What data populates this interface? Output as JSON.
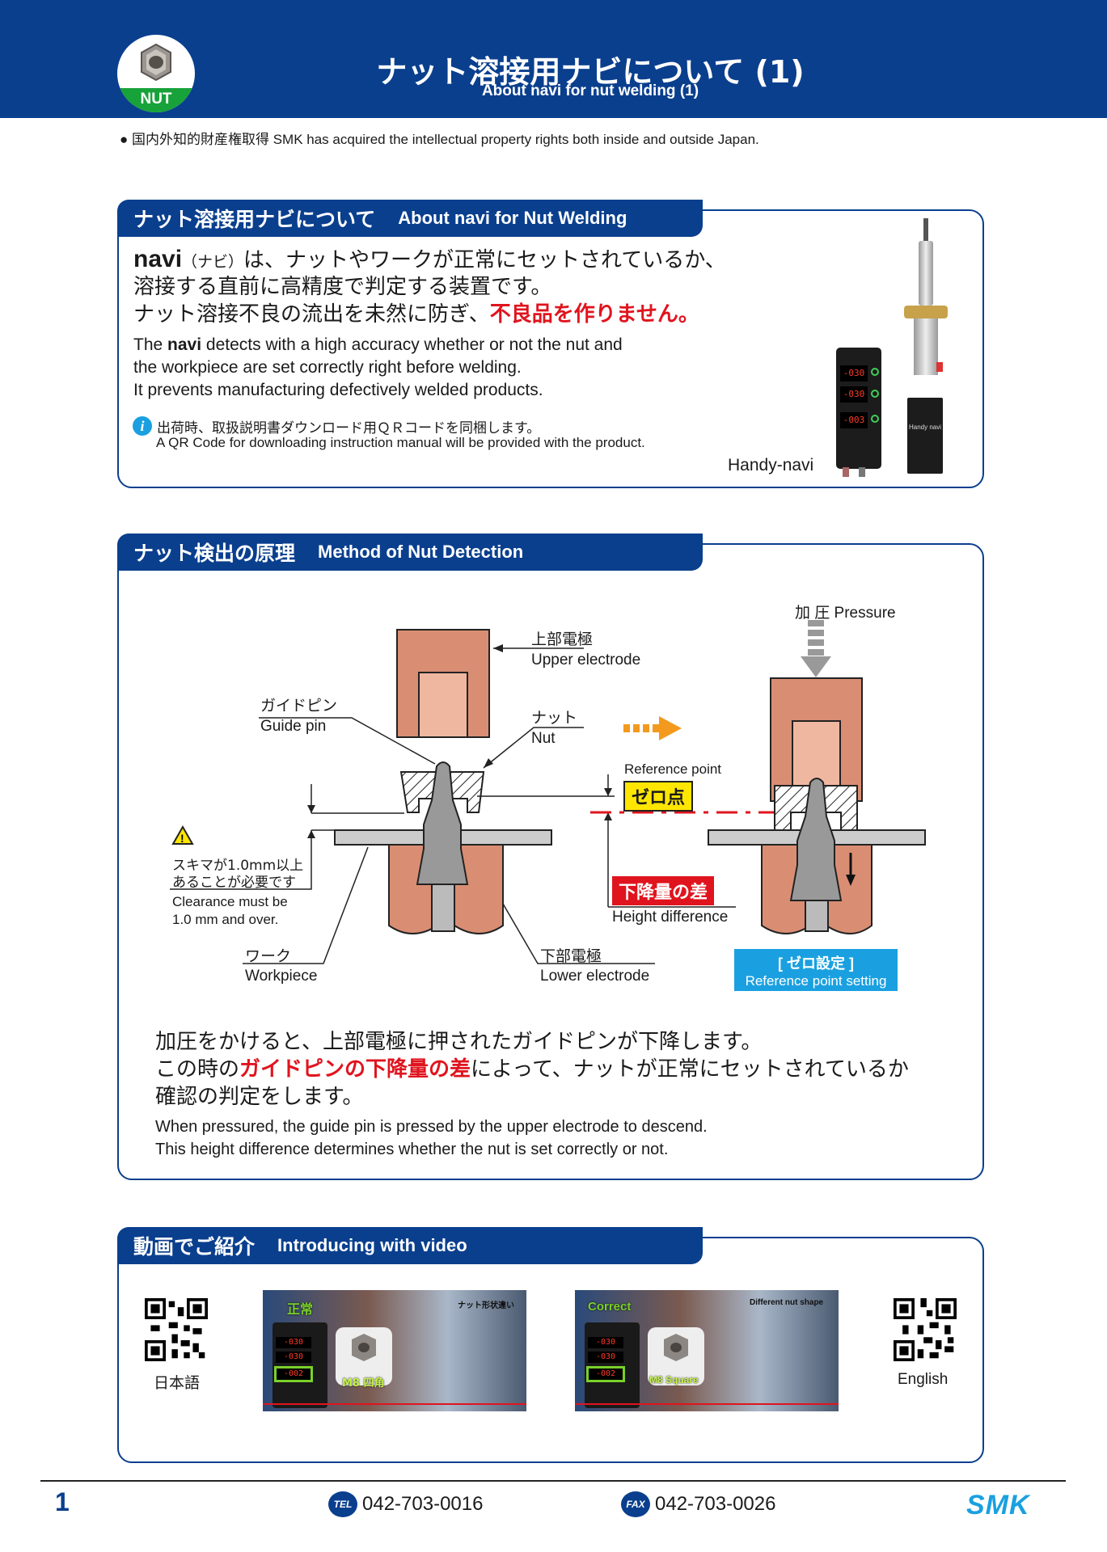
{
  "header": {
    "logo_label": "NUT",
    "title_jp": "ナット溶接用ナビについて (1)",
    "title_en": "About navi for nut welding (1)"
  },
  "ip_note": "● 国内外知的財産権取得 SMK has acquired the intellectual property rights both inside and outside Japan.",
  "section1": {
    "tab_jp": "ナット溶接用ナビについて",
    "tab_en": "About navi for Nut Welding",
    "jp_line1_bold": "navi",
    "jp_line1_small": "（ナビ）",
    "jp_line1_rest": "は、ナットやワークが正常にセットされているか、",
    "jp_line2": "溶接する直前に高精度で判定する装置です。",
    "jp_line3_a": "ナット溶接不良の流出を未然に防ぎ、",
    "jp_line3_red": "不良品を作りません。",
    "en_line1_a": "The ",
    "en_line1_bold": "navi",
    "en_line1_b": " detects with a high accuracy whether or not the nut and",
    "en_line2": "the workpiece are set correctly right before welding.",
    "en_line3": "It prevents manufacturing defectively welded products.",
    "info_jp": "出荷時、取扱説明書ダウンロード用ＱＲコードを同梱します。",
    "info_en": "A QR Code for downloading instruction manual will be provided with the product.",
    "product_label": "Handy-navi",
    "device_screen": [
      "-030",
      "-030",
      "-003"
    ],
    "torch_label": "Handy navi"
  },
  "section2": {
    "tab_jp": "ナット検出の原理",
    "tab_en": "Method of Nut Detection",
    "labels": {
      "pressure": "加 圧 Pressure",
      "upper_jp": "上部電極",
      "upper_en": "Upper electrode",
      "guide_jp": "ガイドピン",
      "guide_en": "Guide pin",
      "nut_jp": "ナット",
      "nut_en": "Nut",
      "ref_point": "Reference point",
      "zero_point": "ゼロ点",
      "warn_jp1": "スキマが1.0mm以上",
      "warn_jp2": "あることが必要です",
      "clearance_en1": "Clearance must be",
      "clearance_en2": "1.0 mm and over.",
      "height_diff_jp": "下降量の差",
      "height_diff_en": "Height difference",
      "work_jp": "ワーク",
      "work_en": "Workpiece",
      "lower_jp": "下部電極",
      "lower_en": "Lower electrode",
      "zero_set_jp": "[ ゼロ設定 ]",
      "zero_set_en": "Reference point setting"
    },
    "jp_line1": "加圧をかけると、上部電極に押されたガイドピンが下降します。",
    "jp_line2_a": "この時の",
    "jp_line2_red": "ガイドピンの下降量の差",
    "jp_line2_b": "によって、ナットが正常にセットされているか",
    "jp_line3": "確認の判定をします。",
    "en_line1": "When pressured, the guide pin is pressed by the upper electrode to descend.",
    "en_line2": "This height difference determines whether the nut is set correctly or not."
  },
  "section3": {
    "tab_jp": "動画でご紹介",
    "tab_en": "Introducing with video",
    "qr_left_label": "日本語",
    "qr_right_label": "English",
    "video_jp": {
      "status": "正常",
      "top_caption": "ナット形状違い",
      "tag": "M8 四角",
      "screen": [
        "-030",
        "-030",
        "-002"
      ]
    },
    "video_en": {
      "status": "Correct",
      "top_caption": "Different nut shape",
      "tag": "M8 Square",
      "screen": [
        "-030",
        "-030",
        "-002"
      ]
    }
  },
  "footer": {
    "page_number": "1",
    "tel_icon": "TEL",
    "tel": "042-703-0016",
    "fax_icon": "FAX",
    "fax": "042-703-0026",
    "brand": "SMK"
  },
  "colors": {
    "brand_blue": "#0a3f8e",
    "accent_red": "#e0141e",
    "copper": "#d98e74",
    "sky_blue": "#1aa0e0"
  }
}
